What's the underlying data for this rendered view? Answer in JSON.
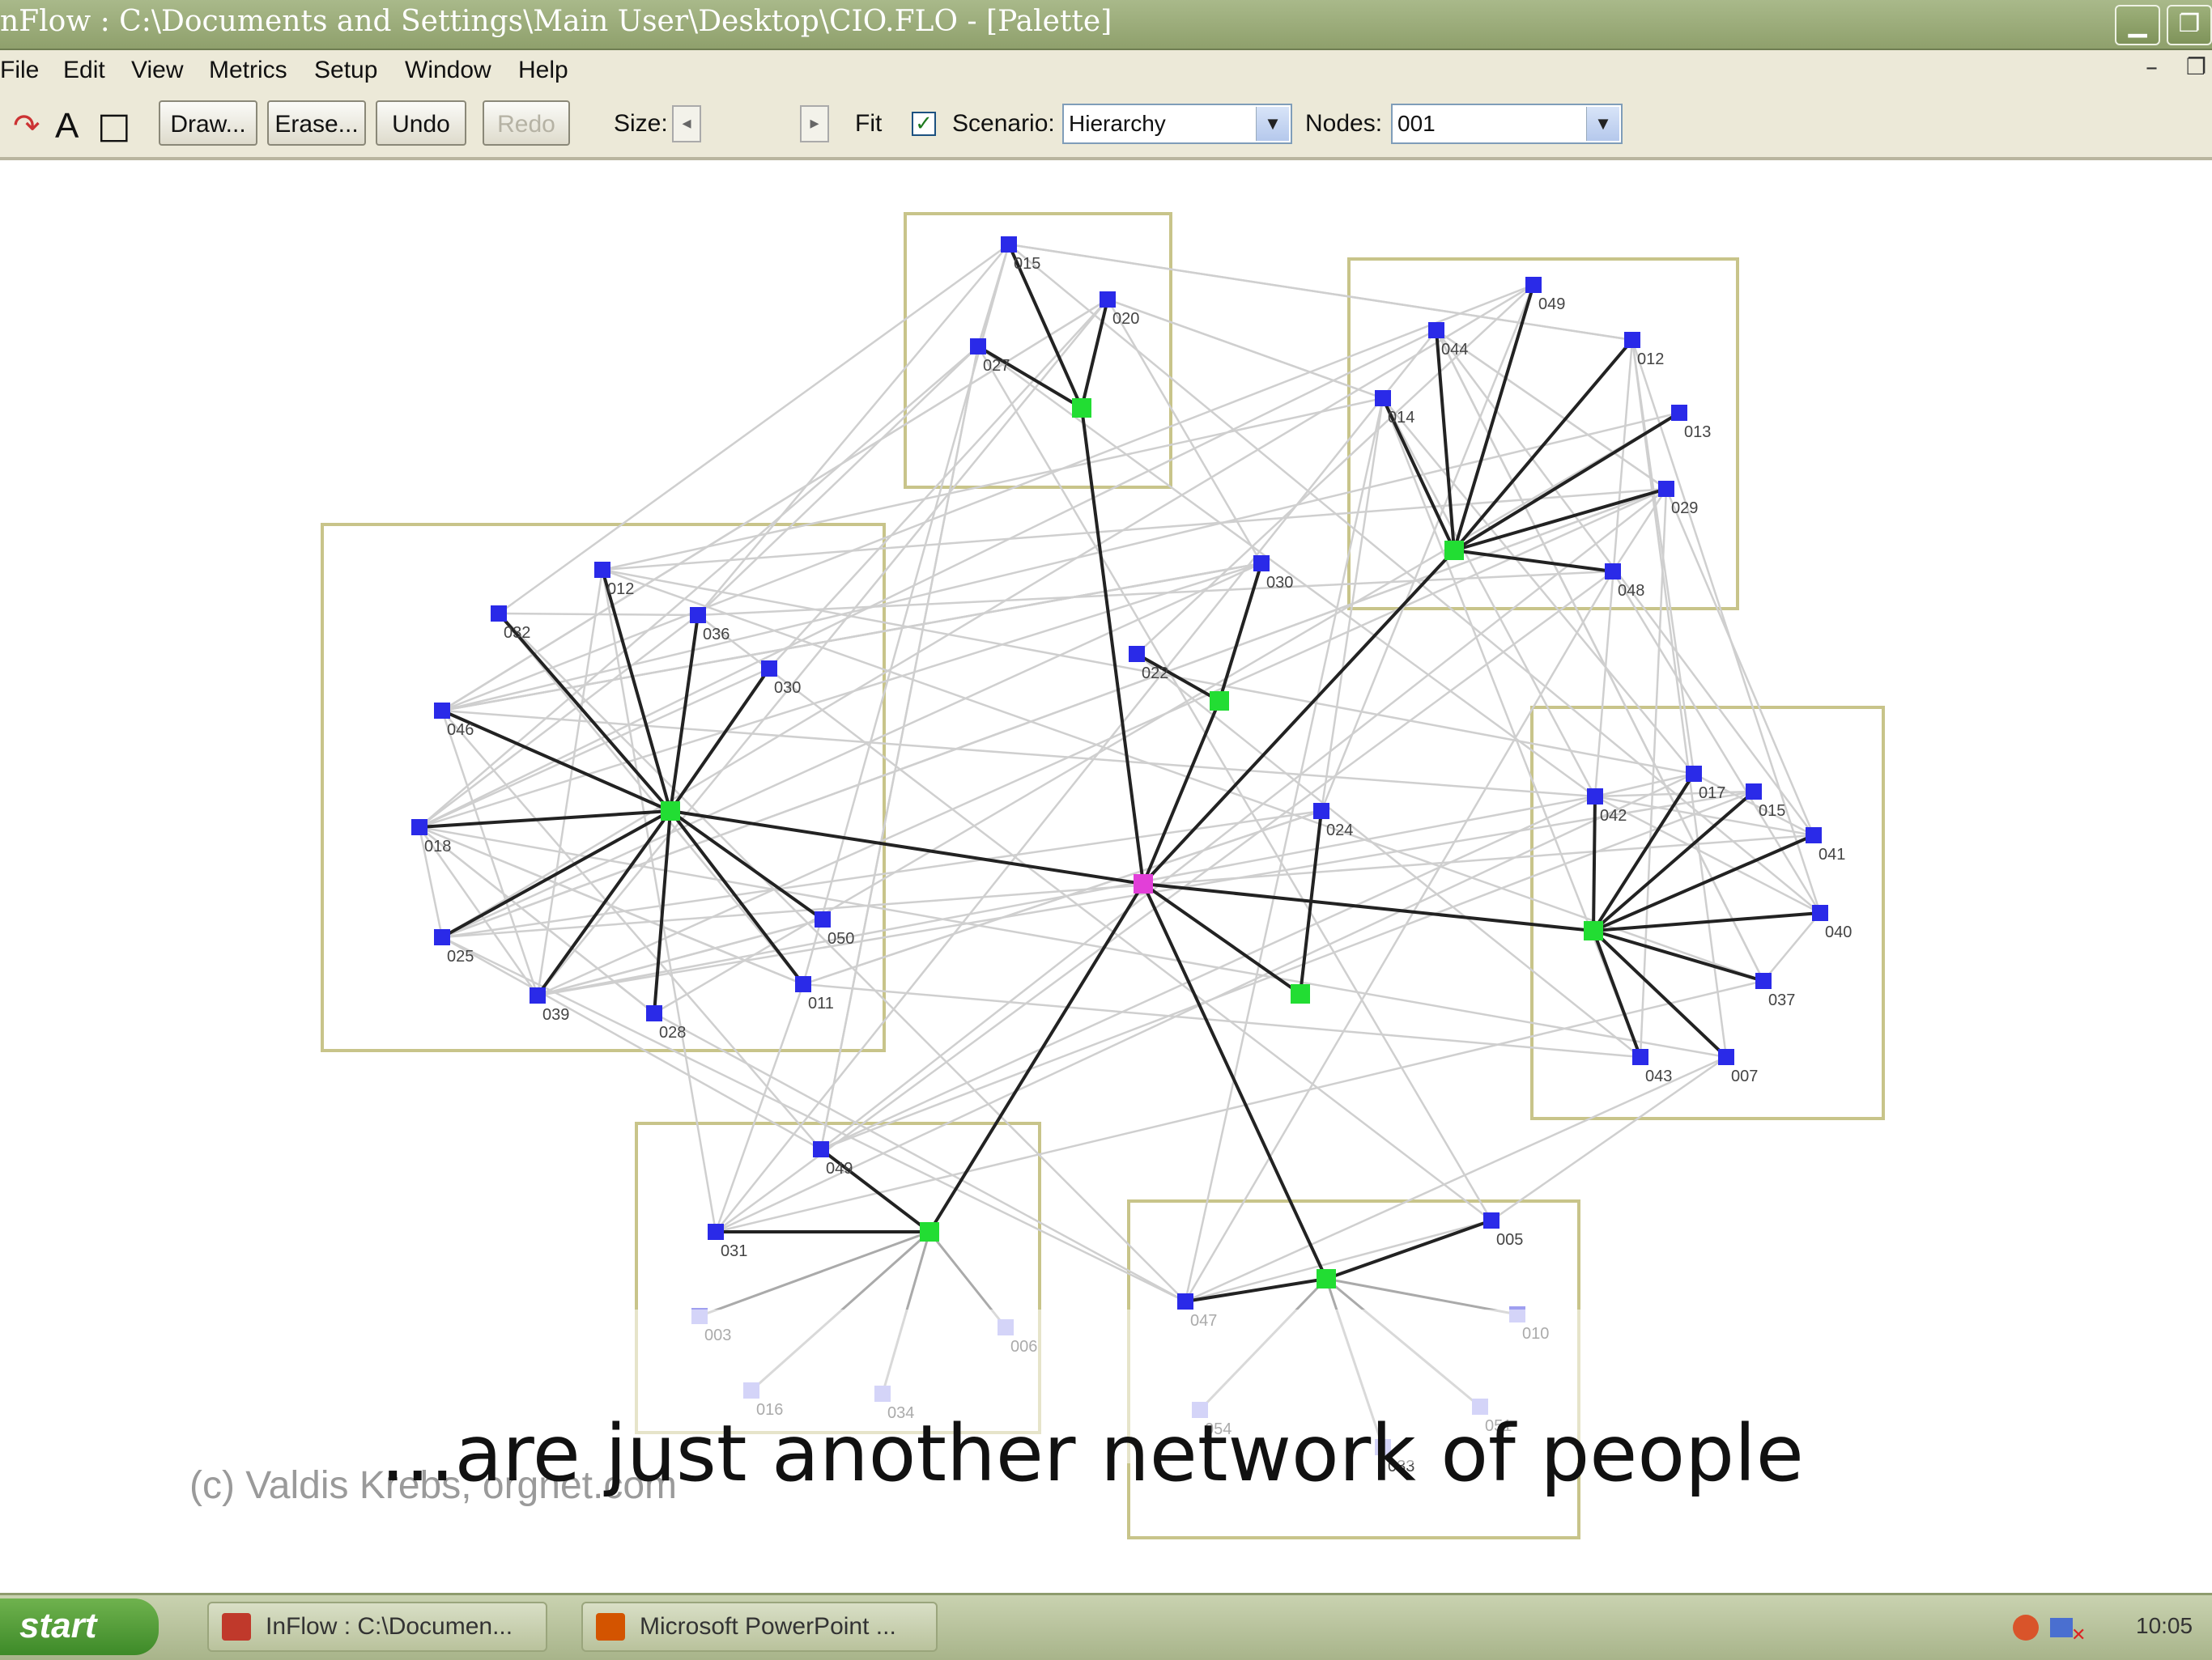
{
  "window": {
    "title": "nFlow : C:\\Documents and Settings\\Main User\\Desktop\\CIO.FLO - [Palette]"
  },
  "menu": {
    "items": [
      "File",
      "Edit",
      "View",
      "Metrics",
      "Setup",
      "Window",
      "Help"
    ]
  },
  "toolbar": {
    "draw_label": "Draw...",
    "erase_label": "Erase...",
    "undo_label": "Undo",
    "redo_label": "Redo",
    "size_label": "Size:",
    "fit_label": "Fit",
    "fit_checked": true,
    "scenario_label": "Scenario:",
    "scenario_value": "Hierarchy",
    "nodes_label": "Nodes:",
    "nodes_value": "001"
  },
  "network": {
    "hub_color": "#e23fd8",
    "manager_color": "#22dd33",
    "member_color": "#2a2ae8",
    "faded_member_color": "#9f9ff0",
    "group_box_color": "#c8c48a",
    "node_labels": [
      "015",
      "020",
      "027",
      "049",
      "044",
      "012",
      "014",
      "013",
      "029",
      "048",
      "012",
      "032",
      "036",
      "030",
      "046",
      "018",
      "025",
      "039",
      "028",
      "011",
      "050",
      "030",
      "022",
      "042",
      "017",
      "015",
      "041",
      "040",
      "037",
      "043",
      "007",
      "049",
      "031",
      "005",
      "047",
      "024",
      "003",
      "006",
      "016",
      "034",
      "010",
      "054",
      "051",
      "033"
    ]
  },
  "slide": {
    "caption": "...are just another network of people",
    "copyright": "(c) Valdis Krebs, orgnet.com"
  },
  "taskbar": {
    "start_label": "start",
    "tasks": [
      "InFlow : C:\\Documen...",
      "Microsoft PowerPoint ..."
    ],
    "clock": "10:05"
  }
}
